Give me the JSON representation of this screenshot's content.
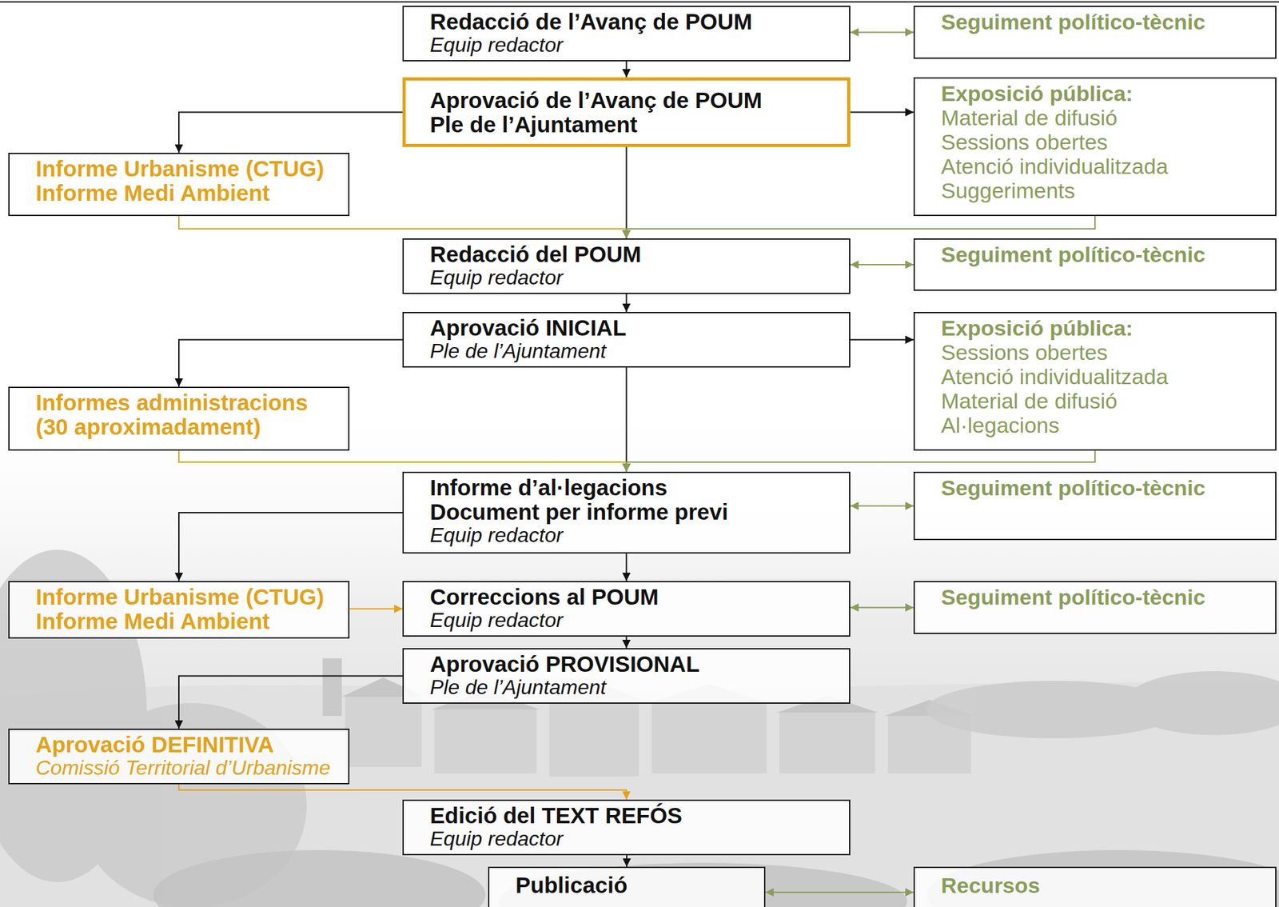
{
  "diagram": {
    "nodes": [
      {
        "text": [
          "Redacció de l’Avanç de POUM",
          "Equip redactor"
        ]
      },
      {
        "text": [
          "Seguiment político-tècnic"
        ]
      },
      {
        "text": [
          "Aprovació de l’Avanç de POUM",
          "Ple de l’Ajuntament"
        ]
      },
      {
        "text": [
          "Informe Urbanisme (CTUG)",
          "Informe Medi Ambient"
        ]
      },
      {
        "text": [
          "Exposició pública:",
          "Material de difusió",
          "Sessions obertes",
          "Atenció individualitzada",
          "Suggeriments"
        ]
      },
      {
        "text": [
          "Redacció del POUM",
          "Equip redactor"
        ]
      },
      {
        "text": [
          "Seguiment político-tècnic"
        ]
      },
      {
        "text": [
          "Aprovació INICIAL",
          "Ple de l’Ajuntament"
        ]
      },
      {
        "text": [
          "Informes administracions (30 aproximadament)"
        ]
      },
      {
        "text": [
          "Exposició pública:",
          "Sessions obertes",
          "Atenció individualitzada",
          "Material de difusió",
          "Al·legacions"
        ]
      },
      {
        "text": [
          "Informe d’al·legacions",
          "Document per informe previ",
          "Equip redactor"
        ]
      },
      {
        "text": [
          "Seguiment político-tècnic"
        ]
      },
      {
        "text": [
          "Informe Urbanisme (CTUG)",
          "Informe Medi Ambient"
        ]
      },
      {
        "text": [
          "Correccions al POUM",
          "Equip redactor"
        ]
      },
      {
        "text": [
          "Seguiment político-tècnic"
        ]
      },
      {
        "text": [
          "Aprovació PROVISIONAL",
          "Ple de l’Ajuntament"
        ]
      },
      {
        "text": [
          "Aprovació DEFINITIVA",
          "Comissió Territorial d’Urbanisme"
        ]
      },
      {
        "text": [
          "Edició del TEXT REFÓS",
          "Equip redactor"
        ]
      },
      {
        "text": [
          "Publicació"
        ]
      },
      {
        "text": [
          "Recursos"
        ]
      }
    ],
    "edges": [
      {
        "from": 0,
        "to": 2,
        "arrow": "to"
      },
      {
        "from": 0,
        "to": 1,
        "arrow": "both"
      },
      {
        "from": 2,
        "to": 3,
        "arrow": "to"
      },
      {
        "from": 2,
        "to": 4,
        "arrow": "to"
      },
      {
        "from": 2,
        "to": 5,
        "arrow": "to"
      },
      {
        "from": 3,
        "to": 5,
        "arrow": "to"
      },
      {
        "from": 4,
        "to": 5,
        "arrow": "to"
      },
      {
        "from": 5,
        "to": 6,
        "arrow": "both"
      },
      {
        "from": 5,
        "to": 7,
        "arrow": "to"
      },
      {
        "from": 7,
        "to": 8,
        "arrow": "to"
      },
      {
        "from": 7,
        "to": 9,
        "arrow": "to"
      },
      {
        "from": 7,
        "to": 10,
        "arrow": "to"
      },
      {
        "from": 8,
        "to": 10,
        "arrow": "to"
      },
      {
        "from": 9,
        "to": 10,
        "arrow": "to"
      },
      {
        "from": 10,
        "to": 11,
        "arrow": "both"
      },
      {
        "from": 10,
        "to": 12,
        "arrow": "to"
      },
      {
        "from": 10,
        "to": 13,
        "arrow": "to"
      },
      {
        "from": 12,
        "to": 13,
        "arrow": "to"
      },
      {
        "from": 13,
        "to": 14,
        "arrow": "both"
      },
      {
        "from": 13,
        "to": 15,
        "arrow": "to"
      },
      {
        "from": 15,
        "to": 16,
        "arrow": "to"
      },
      {
        "from": 16,
        "to": 17,
        "arrow": "to"
      },
      {
        "from": 17,
        "to": 18,
        "arrow": "to"
      },
      {
        "from": 18,
        "to": 19,
        "arrow": "both"
      }
    ]
  }
}
